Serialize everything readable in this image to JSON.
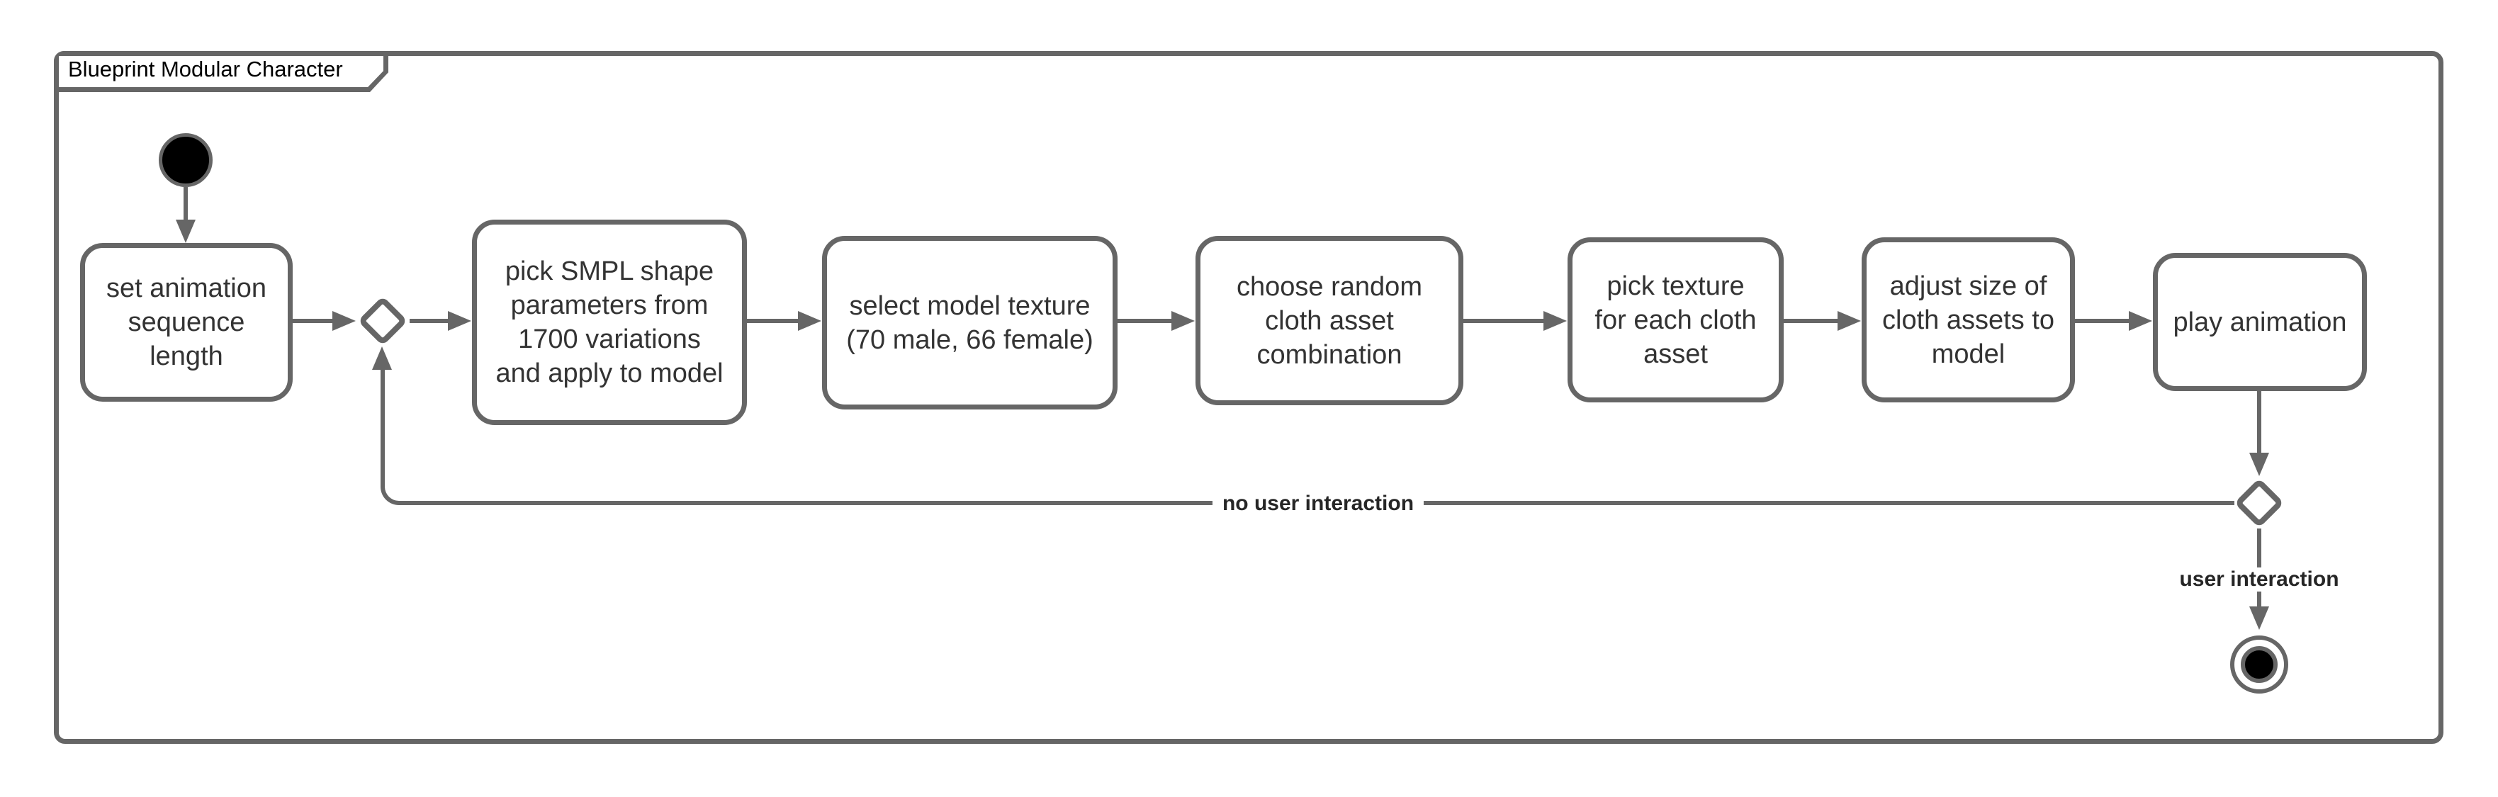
{
  "frame": {
    "title": "Blueprint Modular Character"
  },
  "activities": [
    {
      "id": "set-animation-sequence-length",
      "label": "set animation\nsequence\nlength"
    },
    {
      "id": "pick-smpl-shape-parameters",
      "label": "pick SMPL shape\nparameters from\n1700 variations\nand apply to model"
    },
    {
      "id": "select-model-texture",
      "label": "select model texture\n(70 male, 66 female)"
    },
    {
      "id": "choose-random-cloth-asset-combination",
      "label": "choose random\ncloth asset\ncombination"
    },
    {
      "id": "pick-texture-for-each-cloth-asset",
      "label": "pick texture\nfor each cloth\nasset"
    },
    {
      "id": "adjust-size-of-cloth-assets",
      "label": "adjust size of\ncloth assets to\nmodel"
    },
    {
      "id": "play-animation",
      "label": "play animation"
    }
  ],
  "nodes": {
    "initial": "initial-node",
    "merge_diamond": "merge-diamond",
    "decision_diamond": "decision-diamond",
    "final": "final-node"
  },
  "edges": [
    {
      "from": "initial-node",
      "to": "set-animation-sequence-length",
      "label": ""
    },
    {
      "from": "set-animation-sequence-length",
      "to": "merge-diamond",
      "label": ""
    },
    {
      "from": "merge-diamond",
      "to": "pick-smpl-shape-parameters",
      "label": ""
    },
    {
      "from": "pick-smpl-shape-parameters",
      "to": "select-model-texture",
      "label": ""
    },
    {
      "from": "select-model-texture",
      "to": "choose-random-cloth-asset-combination",
      "label": ""
    },
    {
      "from": "choose-random-cloth-asset-combination",
      "to": "pick-texture-for-each-cloth-asset",
      "label": ""
    },
    {
      "from": "pick-texture-for-each-cloth-asset",
      "to": "adjust-size-of-cloth-assets",
      "label": ""
    },
    {
      "from": "adjust-size-of-cloth-assets",
      "to": "play-animation",
      "label": ""
    },
    {
      "from": "play-animation",
      "to": "decision-diamond",
      "label": ""
    },
    {
      "from": "decision-diamond",
      "to": "merge-diamond",
      "label": "no user interaction"
    },
    {
      "from": "decision-diamond",
      "to": "final-node",
      "label": "user interaction"
    }
  ],
  "colors": {
    "stroke": "#666666",
    "box_fill": "#ffffff",
    "box_text": "#333333",
    "edge_label_text": "#262626",
    "title_text": "#000000",
    "node_fill": "#000000",
    "background": "#ffffff"
  }
}
